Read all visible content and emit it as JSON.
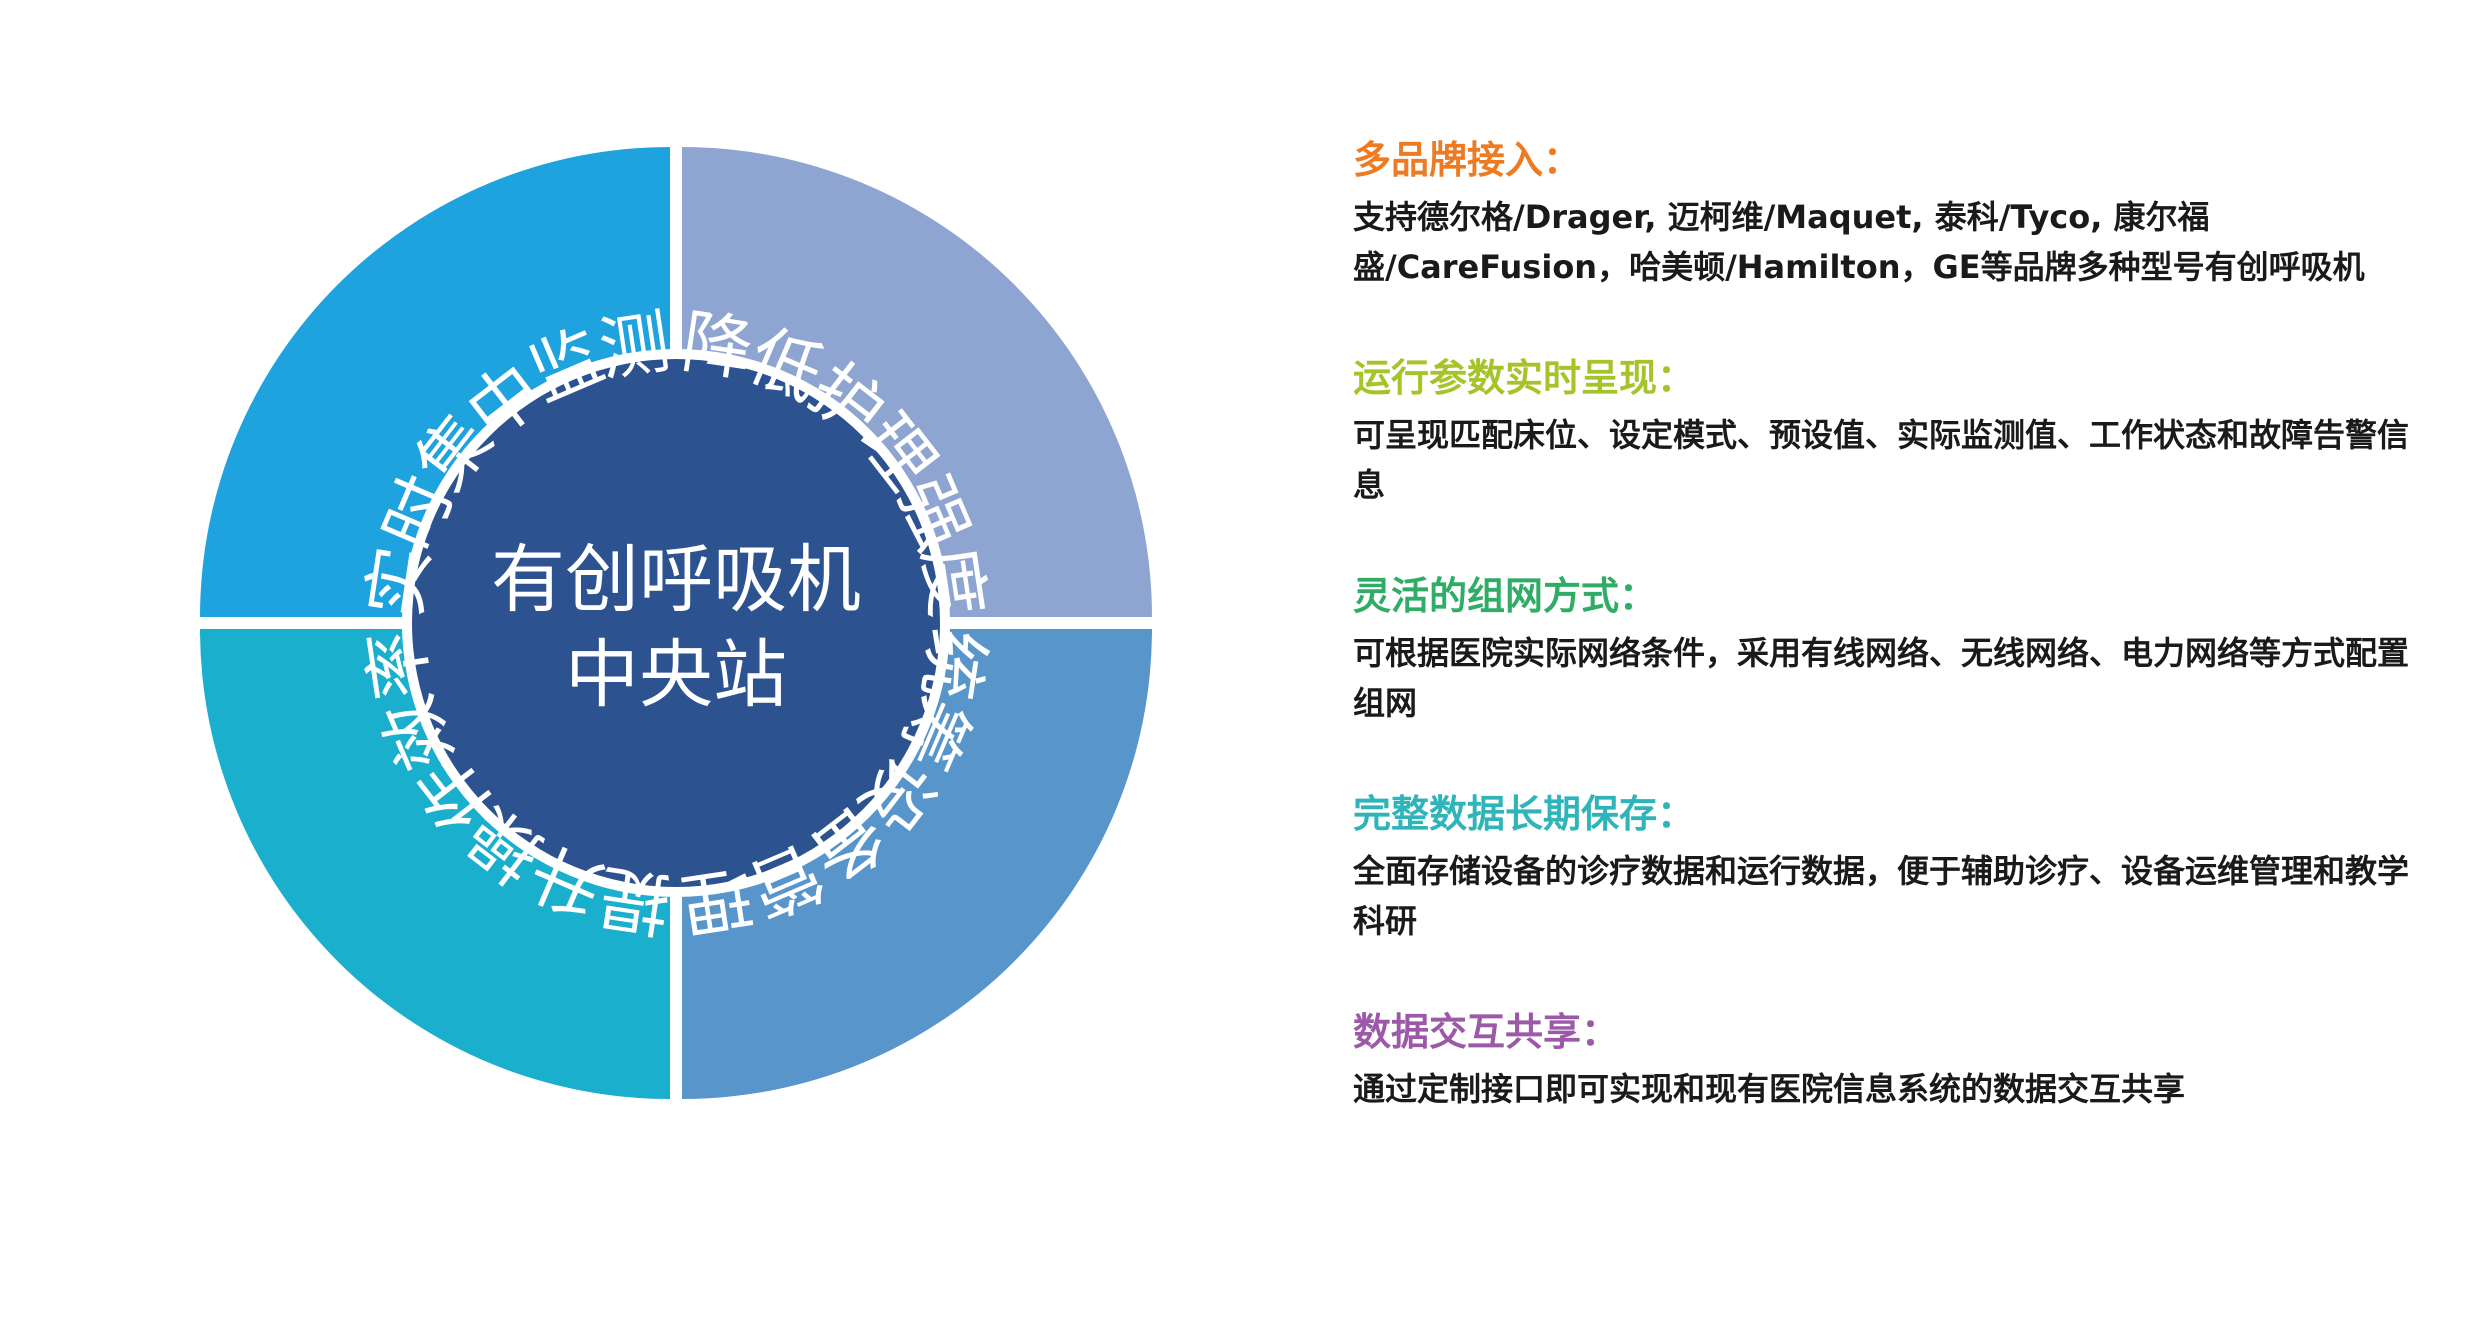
{
  "hub": {
    "line1": "有创呼吸机",
    "line2": "中央站",
    "color": "#2c5290"
  },
  "quadrants": [
    {
      "label": "实时集中监测",
      "color": "#1fa3df"
    },
    {
      "label": "降低护理强度",
      "color": "#8ea5d2"
    },
    {
      "label": "统筹设备管理",
      "color": "#5895cb"
    },
    {
      "label": "提升操作效率",
      "color": "#1bafce"
    }
  ],
  "features": [
    {
      "title": "多品牌接入：",
      "color": "#ee7b22",
      "desc": "支持德尔格/Drager, 迈柯维/Maquet, 泰科/Tyco, 康尔福盛/CareFusion，哈美顿/Hamilton，GE等品牌多种型号有创呼吸机"
    },
    {
      "title": "运行参数实时呈现：",
      "color": "#a6c42a",
      "desc": "可呈现匹配床位、设定模式、预设值、实际监测值、工作状态和故障告警信息"
    },
    {
      "title": "灵活的组网方式：",
      "color": "#2fac66",
      "desc": "可根据医院实际网络条件，采用有线网络、无线网络、电力网络等方式配置组网"
    },
    {
      "title": "完整数据长期保存：",
      "color": "#2fb5b9",
      "desc": "全面存储设备的诊疗数据和运行数据，便于辅助诊疗、设备运维管理和教学科研"
    },
    {
      "title": "数据交互共享：",
      "color": "#9b59a8",
      "desc": "通过定制接口即可实现和现有医院信息系统的数据交互共享"
    }
  ]
}
